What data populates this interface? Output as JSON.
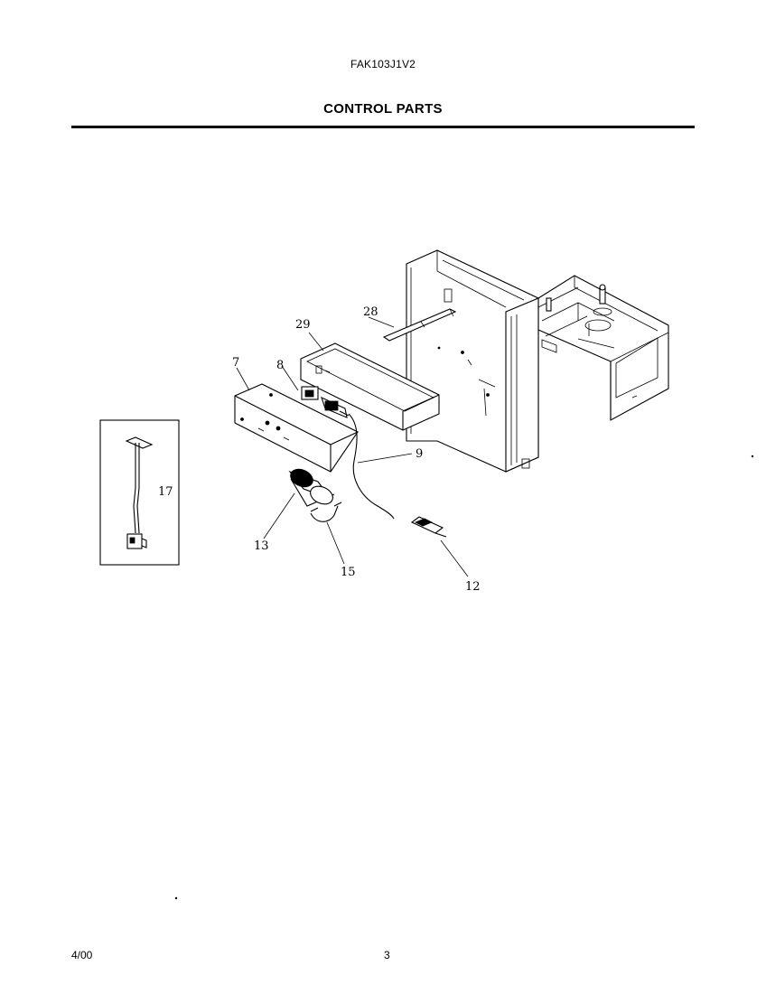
{
  "header": {
    "model_number": "FAK103J1V2",
    "section_title": "CONTROL PARTS"
  },
  "footer": {
    "date": "4/00",
    "page_number": "3"
  },
  "diagram": {
    "callouts": {
      "c7": "7",
      "c8": "8",
      "c9": "9",
      "c12": "12",
      "c13": "13",
      "c15": "15",
      "c17": "17",
      "c28": "28",
      "c29": "29"
    }
  }
}
